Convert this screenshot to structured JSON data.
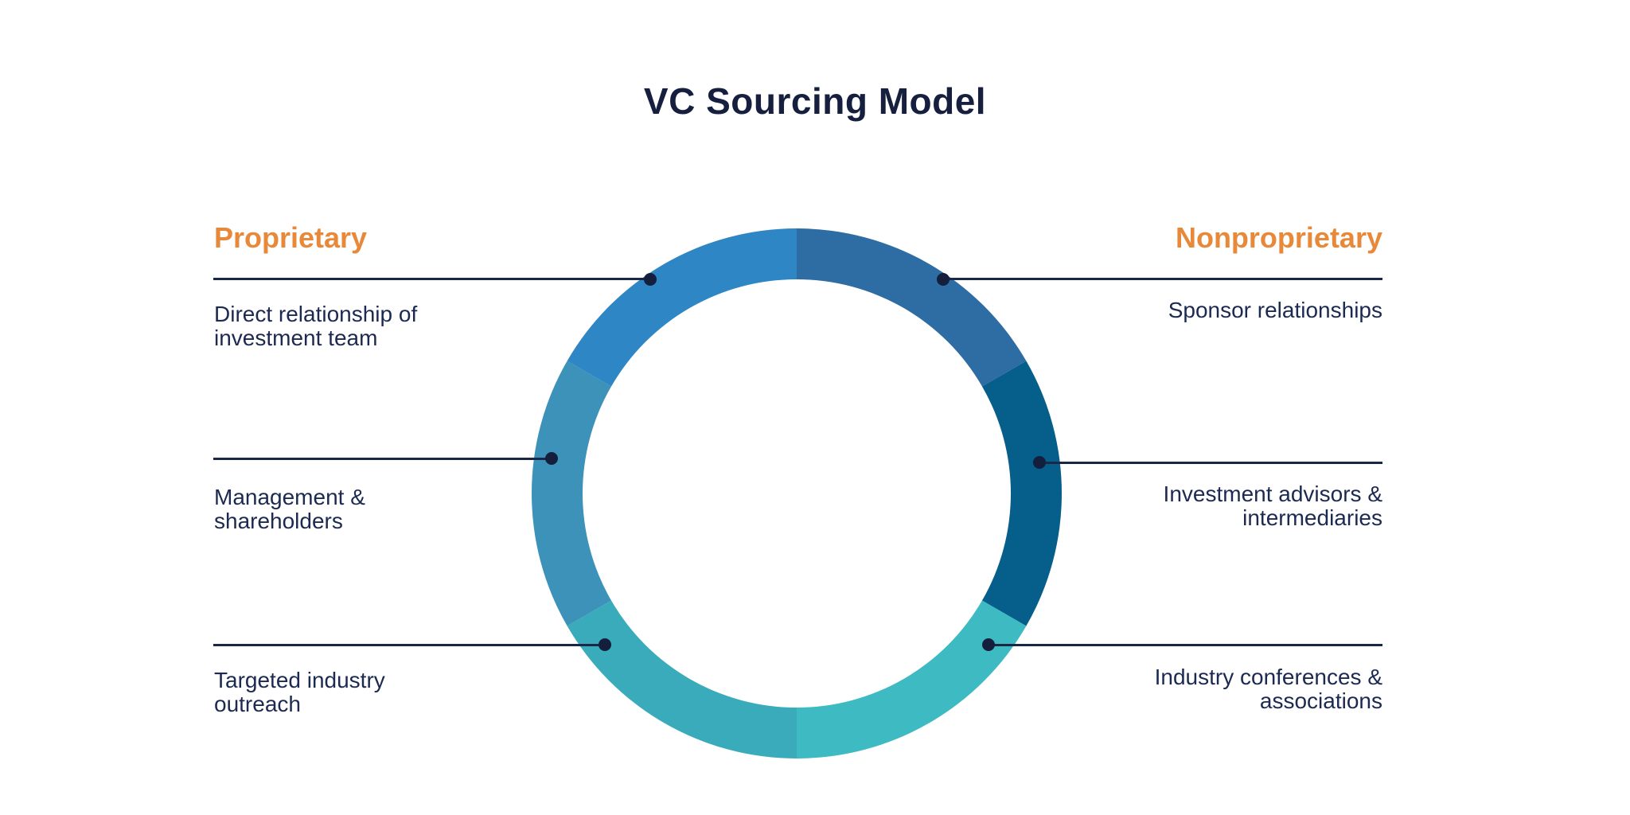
{
  "title": "VC Sourcing Model",
  "colors": {
    "title_navy": "#16203E",
    "label_navy": "#1C2A52",
    "orange_accent": "#E8893A",
    "connector_navy": "#1B2747"
  },
  "proprietary": {
    "label": "Proprietary",
    "items": [
      {
        "text": "Direct relationship of\ninvestment team"
      },
      {
        "text": "Management &\nshareholders"
      },
      {
        "text": "Targeted industry\noutreach"
      }
    ]
  },
  "nonproprietary": {
    "label": "Nonproprietary",
    "items": [
      {
        "text": "Sponsor relationships"
      },
      {
        "text": "Investment advisors &\nintermediaries"
      },
      {
        "text": "Industry conferences &\nassociations"
      }
    ]
  },
  "ring": {
    "type": "donut",
    "segment_sweep_deg": 60,
    "segments": [
      {
        "position": "top-right",
        "color": "#2D6DA4"
      },
      {
        "position": "right",
        "color": "#065E8B"
      },
      {
        "position": "bottom-right",
        "color": "#3DBAC2"
      },
      {
        "position": "bottom-left",
        "color": "#3AABBA"
      },
      {
        "position": "left",
        "color": "#3D92BA"
      },
      {
        "position": "top-left",
        "color": "#2E86C5"
      }
    ]
  }
}
